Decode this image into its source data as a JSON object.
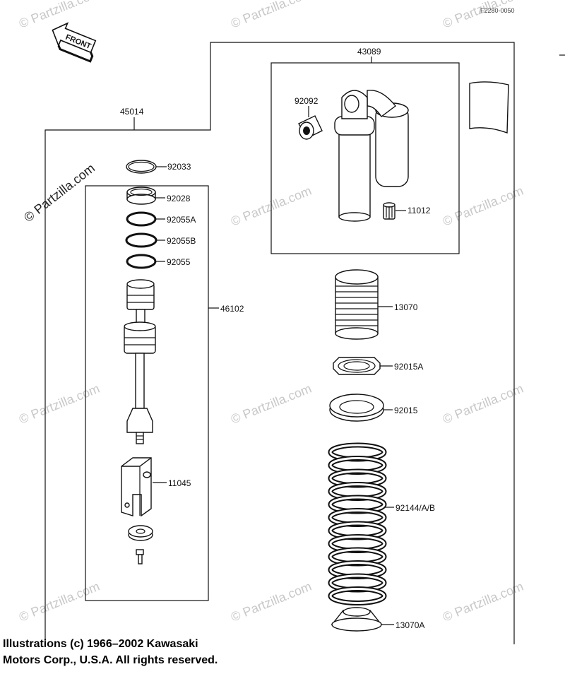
{
  "drawing_ref": "F2280-0050",
  "front_label": "FRONT",
  "watermark_text": "© Partzilla.com",
  "copyright_line1": "Illustrations (c) 1966–2002 Kawasaki",
  "copyright_line2": "Motors Corp., U.S.A.  All rights reserved.",
  "labels": {
    "p45014": "45014",
    "p43089": "43089",
    "p92092": "92092",
    "p11012": "11012",
    "p92033": "92033",
    "p92028": "92028",
    "p92055A": "92055A",
    "p92055B": "92055B",
    "p92055": "92055",
    "p46102": "46102",
    "p11045": "11045",
    "p13070": "13070",
    "p92015A": "92015A",
    "p92015": "92015",
    "p92144": "92144/A/B",
    "p13070A": "13070A"
  }
}
